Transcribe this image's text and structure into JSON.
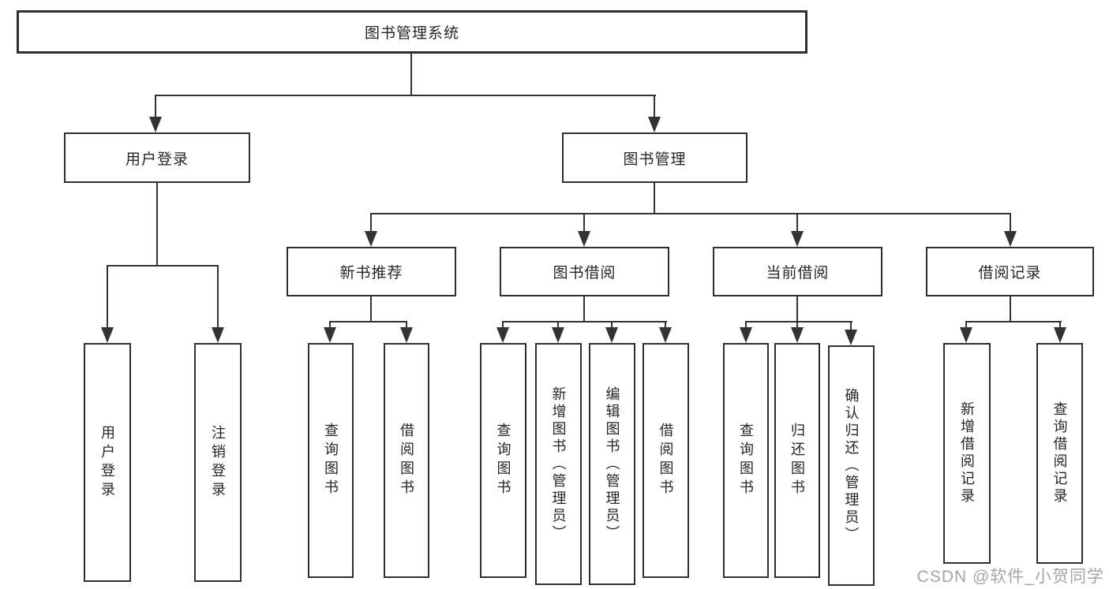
{
  "diagram": {
    "root_label": "图书管理系统",
    "modules": [
      {
        "label": "用户登录",
        "children": [
          {
            "label": "用户登录"
          },
          {
            "label": "注销登录"
          }
        ]
      },
      {
        "label": "图书管理",
        "children": [
          {
            "label": "新书推荐",
            "children": [
              {
                "label": "查询图书"
              },
              {
                "label": "借阅图书"
              }
            ]
          },
          {
            "label": "图书借阅",
            "children": [
              {
                "label": "查询图书"
              },
              {
                "label": "新增图书（管理员）"
              },
              {
                "label": "编辑图书（管理员）"
              },
              {
                "label": "借阅图书"
              }
            ]
          },
          {
            "label": "当前借阅",
            "children": [
              {
                "label": "查询图书"
              },
              {
                "label": "归还图书"
              },
              {
                "label": "确认归还（管理员）"
              }
            ]
          },
          {
            "label": "借阅记录",
            "children": [
              {
                "label": "新增借阅记录"
              },
              {
                "label": "查询借阅记录"
              }
            ]
          }
        ]
      }
    ]
  },
  "watermark": {
    "text": "CSDN @软件_小贺同学"
  },
  "colors": {
    "line": "#333333",
    "border": "#2f2f2f",
    "text": "#262626",
    "background": "#ffffff",
    "watermark_gray": "#878787"
  }
}
